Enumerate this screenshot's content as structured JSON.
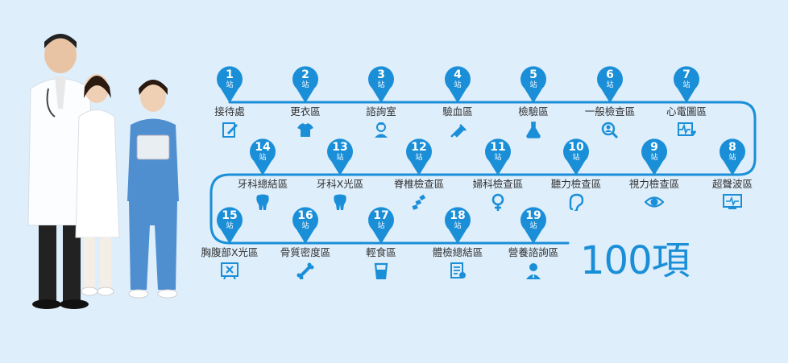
{
  "stations": [
    {
      "num": "1",
      "suffix": "站",
      "label": "接待處",
      "icon": "form-pen-icon"
    },
    {
      "num": "2",
      "suffix": "站",
      "label": "更衣區",
      "icon": "shirt-icon"
    },
    {
      "num": "3",
      "suffix": "站",
      "label": "諮詢室",
      "icon": "nurse-icon"
    },
    {
      "num": "4",
      "suffix": "站",
      "label": "驗血區",
      "icon": "syringe-icon"
    },
    {
      "num": "5",
      "suffix": "站",
      "label": "檢驗區",
      "icon": "flask-icon"
    },
    {
      "num": "6",
      "suffix": "站",
      "label": "一般檢查區",
      "icon": "magnifier-person-icon"
    },
    {
      "num": "7",
      "suffix": "站",
      "label": "心電圖區",
      "icon": "ecg-heart-icon"
    },
    {
      "num": "8",
      "suffix": "站",
      "label": "超聲波區",
      "icon": "monitor-wave-icon"
    },
    {
      "num": "9",
      "suffix": "站",
      "label": "視力檢查區",
      "icon": "eye-icon"
    },
    {
      "num": "10",
      "suffix": "站",
      "label": "聽力檢查區",
      "icon": "ear-icon"
    },
    {
      "num": "11",
      "suffix": "站",
      "label": "婦科檢查區",
      "icon": "female-symbol-icon"
    },
    {
      "num": "12",
      "suffix": "站",
      "label": "脊椎檢查區",
      "icon": "spine-icon"
    },
    {
      "num": "13",
      "suffix": "站",
      "label": "牙科X光區",
      "icon": "tooth-icon"
    },
    {
      "num": "14",
      "suffix": "站",
      "label": "牙科總結區",
      "icon": "tooth-icon"
    },
    {
      "num": "15",
      "suffix": "站",
      "label": "胸腹部X光區",
      "icon": "xray-board-icon"
    },
    {
      "num": "16",
      "suffix": "站",
      "label": "骨質密度區",
      "icon": "bone-icon"
    },
    {
      "num": "17",
      "suffix": "站",
      "label": "輕食區",
      "icon": "cup-icon"
    },
    {
      "num": "18",
      "suffix": "站",
      "label": "體檢總結區",
      "icon": "report-icon"
    },
    {
      "num": "19",
      "suffix": "站",
      "label": "營養諮詢區",
      "icon": "consultant-icon"
    }
  ],
  "total_label": "100項",
  "colors": {
    "accent": "#1a8fd8",
    "background": "#deeefb",
    "text": "#333333"
  }
}
